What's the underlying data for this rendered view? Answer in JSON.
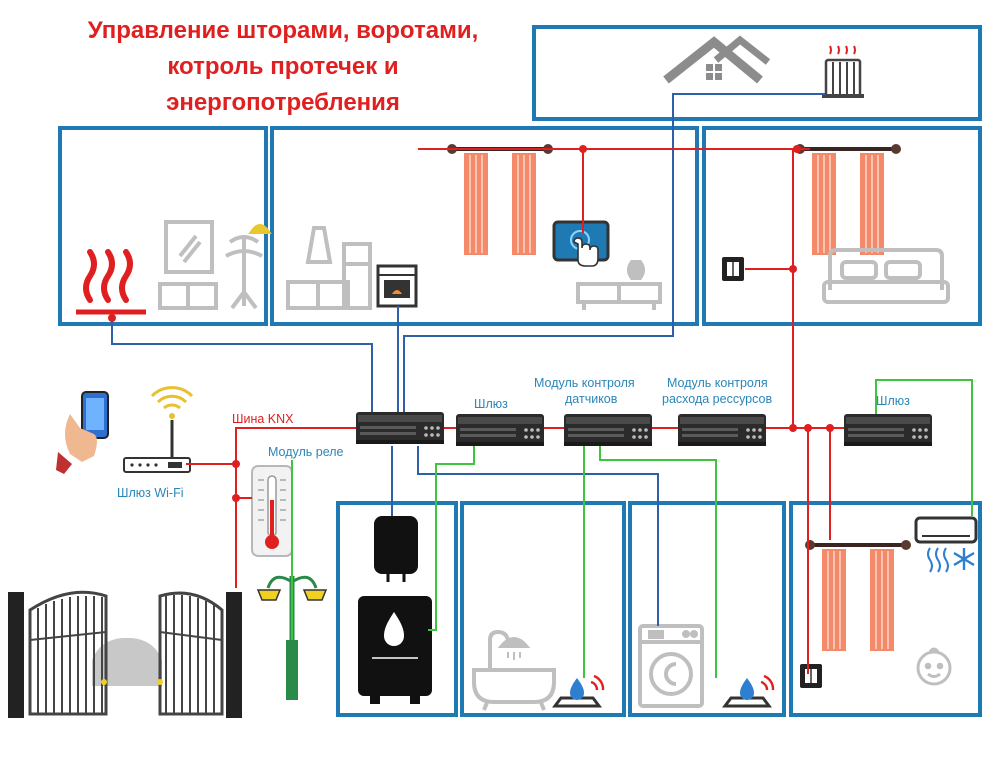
{
  "title": {
    "line1": "Управление шторами, воротами,",
    "line2": "котроль протечек и",
    "line3": "энергопотребления"
  },
  "labels": {
    "knx_bus": "Шина KNX",
    "relay_module": "Модуль реле",
    "gateway_1": "Шлюз",
    "sensor_module_l1": "Модуль контроля",
    "sensor_module_l2": "датчиков",
    "resource_module_l1": "Модуль контроля",
    "resource_module_l2": "расхода рессурсов",
    "gateway_2": "Шлюз",
    "wifi_gateway": "Шлюз Wi-Fi"
  },
  "colors": {
    "room_border": "#1f7ab3",
    "knx_bus_line": "#e02020",
    "blue_wire": "#2e5fa8",
    "green_wire": "#3ec43e",
    "curtain": "#f58a6a",
    "heater": "#e02020",
    "icon_gray": "#bfbfbf",
    "module_dark": "#2b2b2b"
  }
}
